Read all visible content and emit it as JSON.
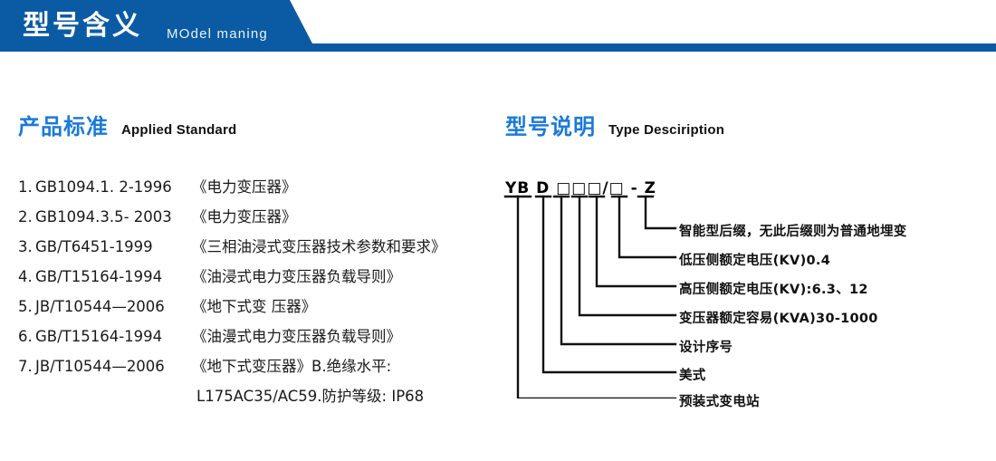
{
  "banner": {
    "title": "型号含义",
    "subtitle": "MOdel maning",
    "color": "#0b5ba4"
  },
  "sections": {
    "left": {
      "cn": "产品标准",
      "en": "Applied Standard",
      "accent": "#1a7ad9"
    },
    "right": {
      "cn": "型号说明",
      "en": "Type Desciription",
      "accent": "#1a7ad9"
    }
  },
  "standards": [
    {
      "num": "1.",
      "code": "GB1094.1. 2-1996",
      "name": "《电力变压器》"
    },
    {
      "num": "2.",
      "code": "GB1094.3.5- 2003",
      "name": "《电力变压器》"
    },
    {
      "num": "3.",
      "code": "GB/T6451-1999",
      "name": "《三相油浸式变压器技术参数和要求》"
    },
    {
      "num": "4.",
      "code": "GB/T15164-1994",
      "name": "《油浸式电力变压器负载导则》"
    },
    {
      "num": "5.",
      "code": "JB/T10544—2006",
      "name": "《地下式变 压器》"
    },
    {
      "num": "6.",
      "code": "GB/T15164-1994",
      "name": "《油漫式电力变压器负载导则》"
    },
    {
      "num": "7.",
      "code": "JB/T10544—2006",
      "name": "《地下式变压器》B.绝缘水平:"
    }
  ],
  "standards_continuation": "L175AC35/AC59.防护等级: IP68",
  "type_designation": {
    "code": "YB D □□□/□ - Z",
    "labels": [
      "智能型后缀，无此后缀则为普通地埋变",
      "低压侧额定电压(KV)0.4",
      "高压侧额定电压(KV):6.3、12",
      "变压器额定容易(KVA)30-1000",
      "设计序号",
      "美式",
      "预装式变电站"
    ]
  }
}
